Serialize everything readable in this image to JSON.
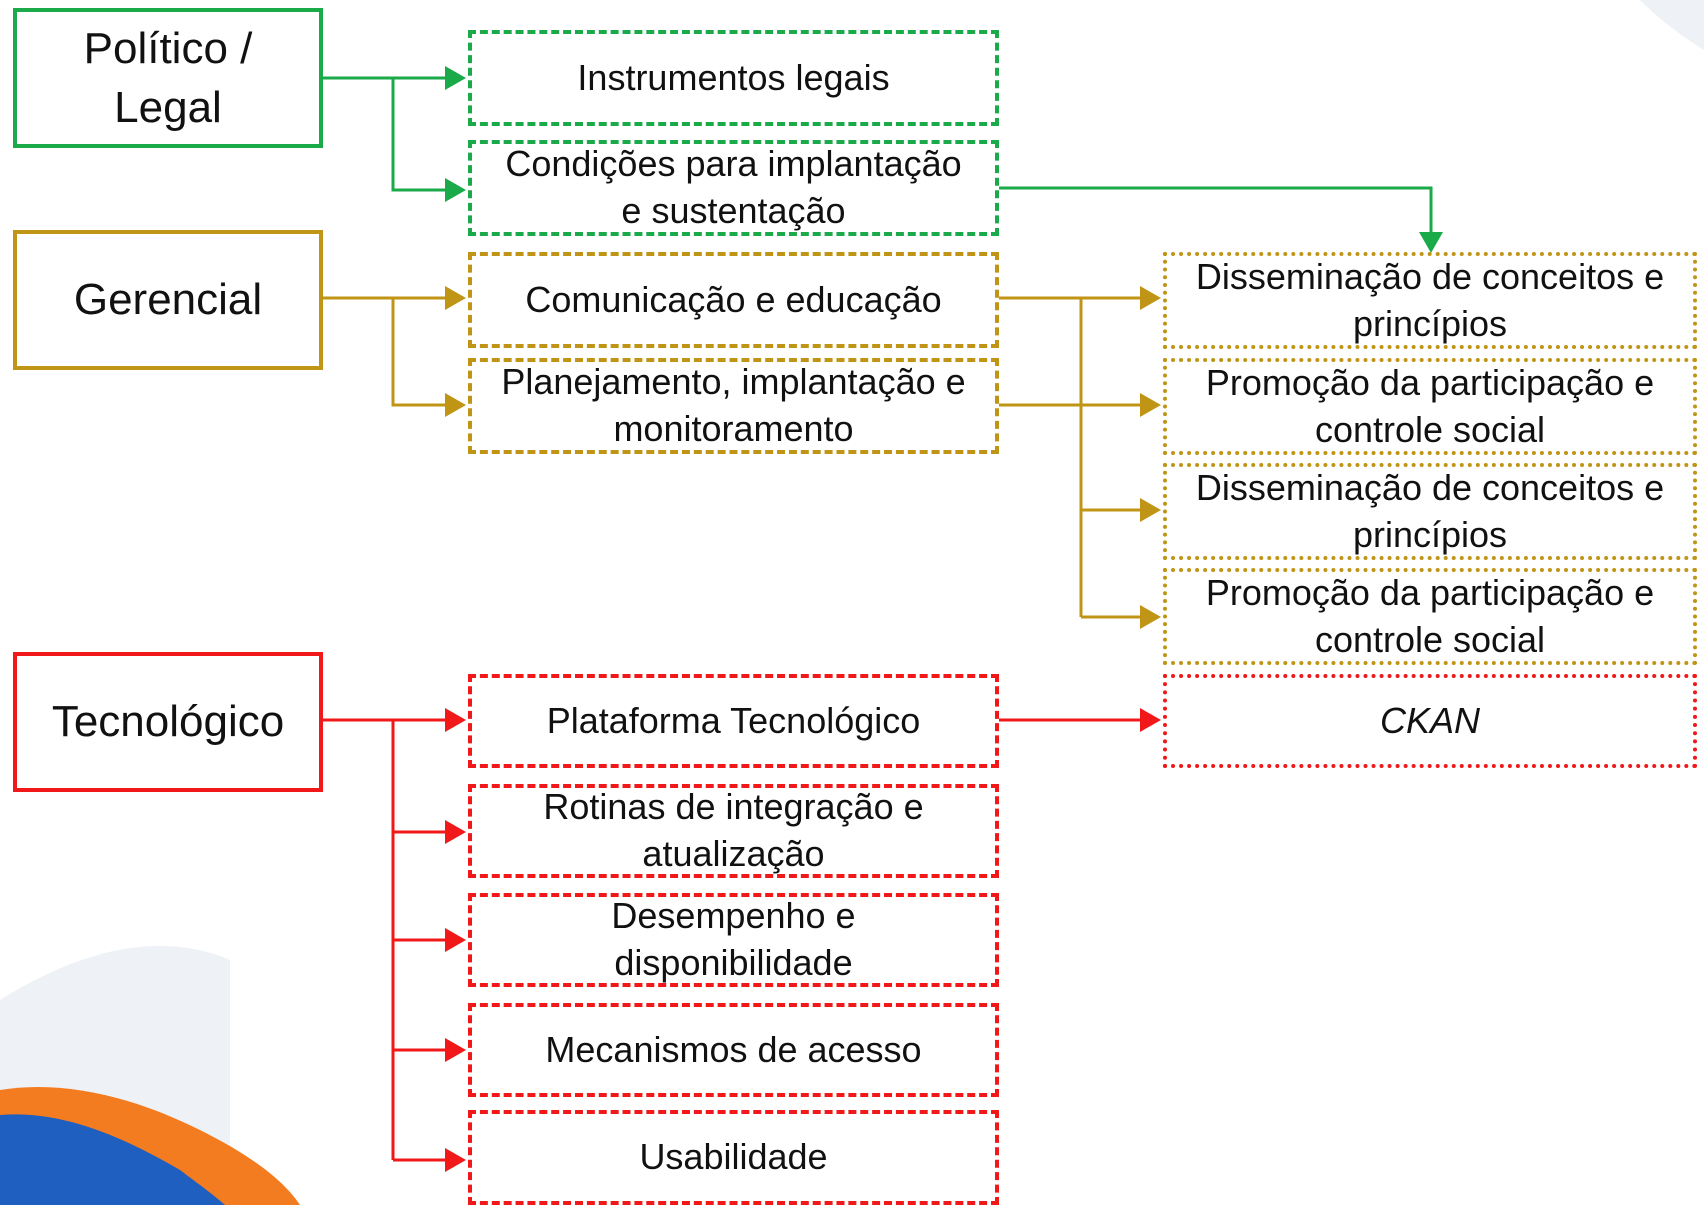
{
  "colors": {
    "politico": "#1aaa4a",
    "gerencial": "#c09515",
    "tecnologico": "#f01818"
  },
  "categories": {
    "politico": "Político / Legal",
    "gerencial": "Gerencial",
    "tecnologico": "Tecnológico"
  },
  "politico_items": {
    "instrumentos": "Instrumentos legais",
    "condicoes": "Condições para implantação e sustentação"
  },
  "gerencial_items": {
    "comunicacao": "Comunicação e educação",
    "planejamento": "Planejamento, implantação e monitoramento"
  },
  "gerencial_outcomes": [
    "Disseminação de conceitos e princípios",
    "Promoção da participação e controle social",
    "Disseminação de conceitos e princípios",
    "Promoção da participação e controle social"
  ],
  "tecnologico_items": [
    "Plataforma Tecnológico",
    "Rotinas de integração e atualização",
    "Desempenho e disponibilidade",
    "Mecanismos de acesso",
    "Usabilidade"
  ],
  "tecnologico_outcome": "CKAN"
}
